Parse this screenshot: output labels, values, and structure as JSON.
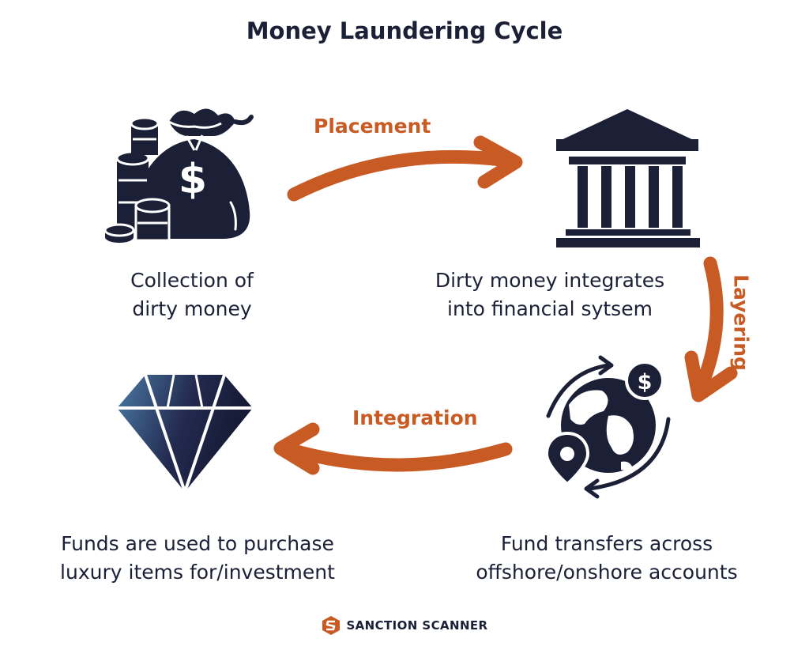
{
  "title": "Money Laundering Cycle",
  "stages": {
    "placement": "Placement",
    "layering": "Layering",
    "integration": "Integration"
  },
  "steps": {
    "collection": {
      "line1": "Collection of",
      "line2": "dirty money",
      "icon": "money-bag-coins-icon"
    },
    "bank": {
      "line1": "Dirty money integrates",
      "line2": "into financial sytsem",
      "icon": "bank-building-icon"
    },
    "transfer": {
      "line1": "Fund transfers across",
      "line2": "offshore/onshore accounts",
      "icon": "globe-transfer-icon"
    },
    "luxury": {
      "line1": "Funds are used to purchase",
      "line2": "luxury items for/investment",
      "icon": "diamond-icon"
    }
  },
  "brand": {
    "name": "SANCTION SCANNER",
    "icon": "sanction-scanner-logo"
  },
  "colors": {
    "navy": "#1b2036",
    "accent": "#c85a23"
  }
}
